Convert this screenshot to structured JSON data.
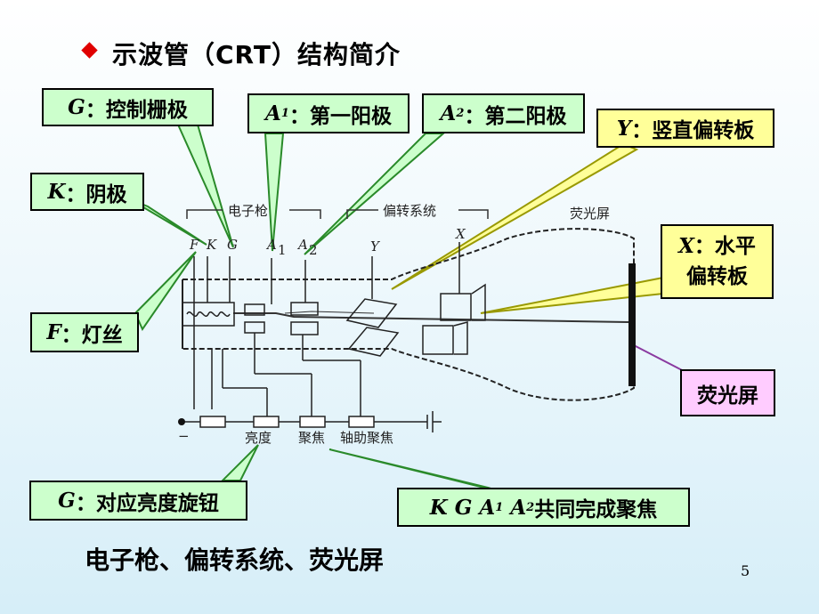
{
  "title": "示波管（CRT）结构简介",
  "callouts": {
    "g_grid": {
      "sym": "G",
      "text": "：控制栅极"
    },
    "a1": {
      "sym": "A",
      "sub": "1",
      "text": "：第一阳极"
    },
    "a2": {
      "sym": "A",
      "sub": "2",
      "text": "：第二阳极"
    },
    "y_plate": {
      "sym": "Y",
      "text": "：竖直偏转板"
    },
    "k_cathode": {
      "sym": "K",
      "text": "：阴极"
    },
    "x_plate": {
      "sym": "X",
      "text": "：水平",
      "text2": "偏转板"
    },
    "f_filament": {
      "sym": "F",
      "text": "：灯丝"
    },
    "screen": {
      "text": "荧光屏"
    },
    "g_knob": {
      "sym": "G",
      "text": "：对应亮度旋钮"
    },
    "focus": {
      "syms": "K G A",
      "sub1": "1",
      "sym2": " A",
      "sub2": "2",
      "text": "共同完成聚焦"
    }
  },
  "diagram_labels": {
    "gun": "电子枪",
    "deflection": "偏转系统",
    "screen": "荧光屏",
    "F": "F",
    "K": "K",
    "G": "G",
    "A1": "A",
    "A1_sub": "1",
    "A2": "A",
    "A2_sub": "2",
    "Y": "Y",
    "X": "X",
    "brightness": "亮度",
    "focus": "聚焦",
    "aux_focus": "轴助聚焦",
    "minus": "−"
  },
  "bottom_text": "电子枪、偏转系统、荧光屏",
  "page_number": "5",
  "colors": {
    "bullet": "#e00000",
    "green_box": "#ccffcc",
    "yellow_box": "#ffff99",
    "pink_box": "#ffccff"
  }
}
